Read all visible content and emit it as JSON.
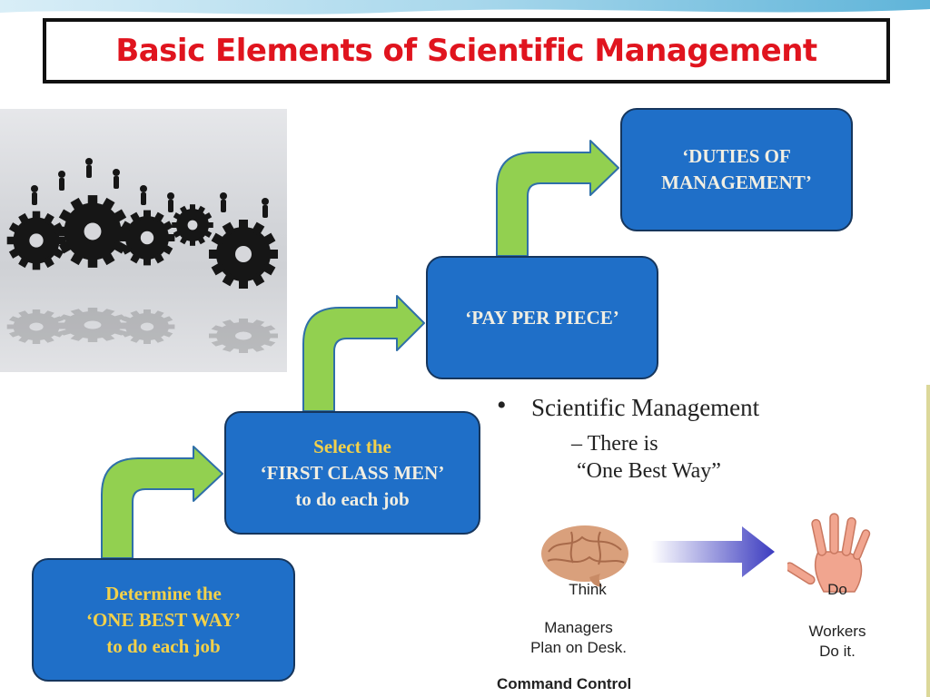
{
  "title": "Basic Elements of Scientific Management",
  "steps": [
    {
      "lines": [
        "Determine the",
        "‘ONE BEST WAY’",
        "to do each job"
      ]
    },
    {
      "lines": [
        "Select the",
        "‘FIRST CLASS MEN’",
        "to do each job"
      ]
    },
    {
      "lines": [
        "‘PAY PER PIECE’"
      ]
    },
    {
      "lines": [
        "‘DUTIES OF",
        "MANAGEMENT’"
      ]
    }
  ],
  "panel": {
    "bullet_heading": "Scientific Management",
    "sub_point_line1": "– There is",
    "sub_point_line2": "“One Best Way”",
    "think_label": "Think",
    "do_label": "Do",
    "managers_line1": "Managers",
    "managers_line2": "Plan on Desk.",
    "workers_line1": "Workers",
    "workers_line2": "Do it.",
    "footer": "Command Control"
  },
  "colors": {
    "title_red": "#e0141e",
    "step_fill": "#1f6fc8",
    "step_text_yellow": "#f3d14a",
    "step_text_light": "#f1eee2",
    "arrow_green": "#92d050",
    "arrow_outline": "#2f6fa8",
    "right_arrow_blue": "#3c3cc0"
  }
}
